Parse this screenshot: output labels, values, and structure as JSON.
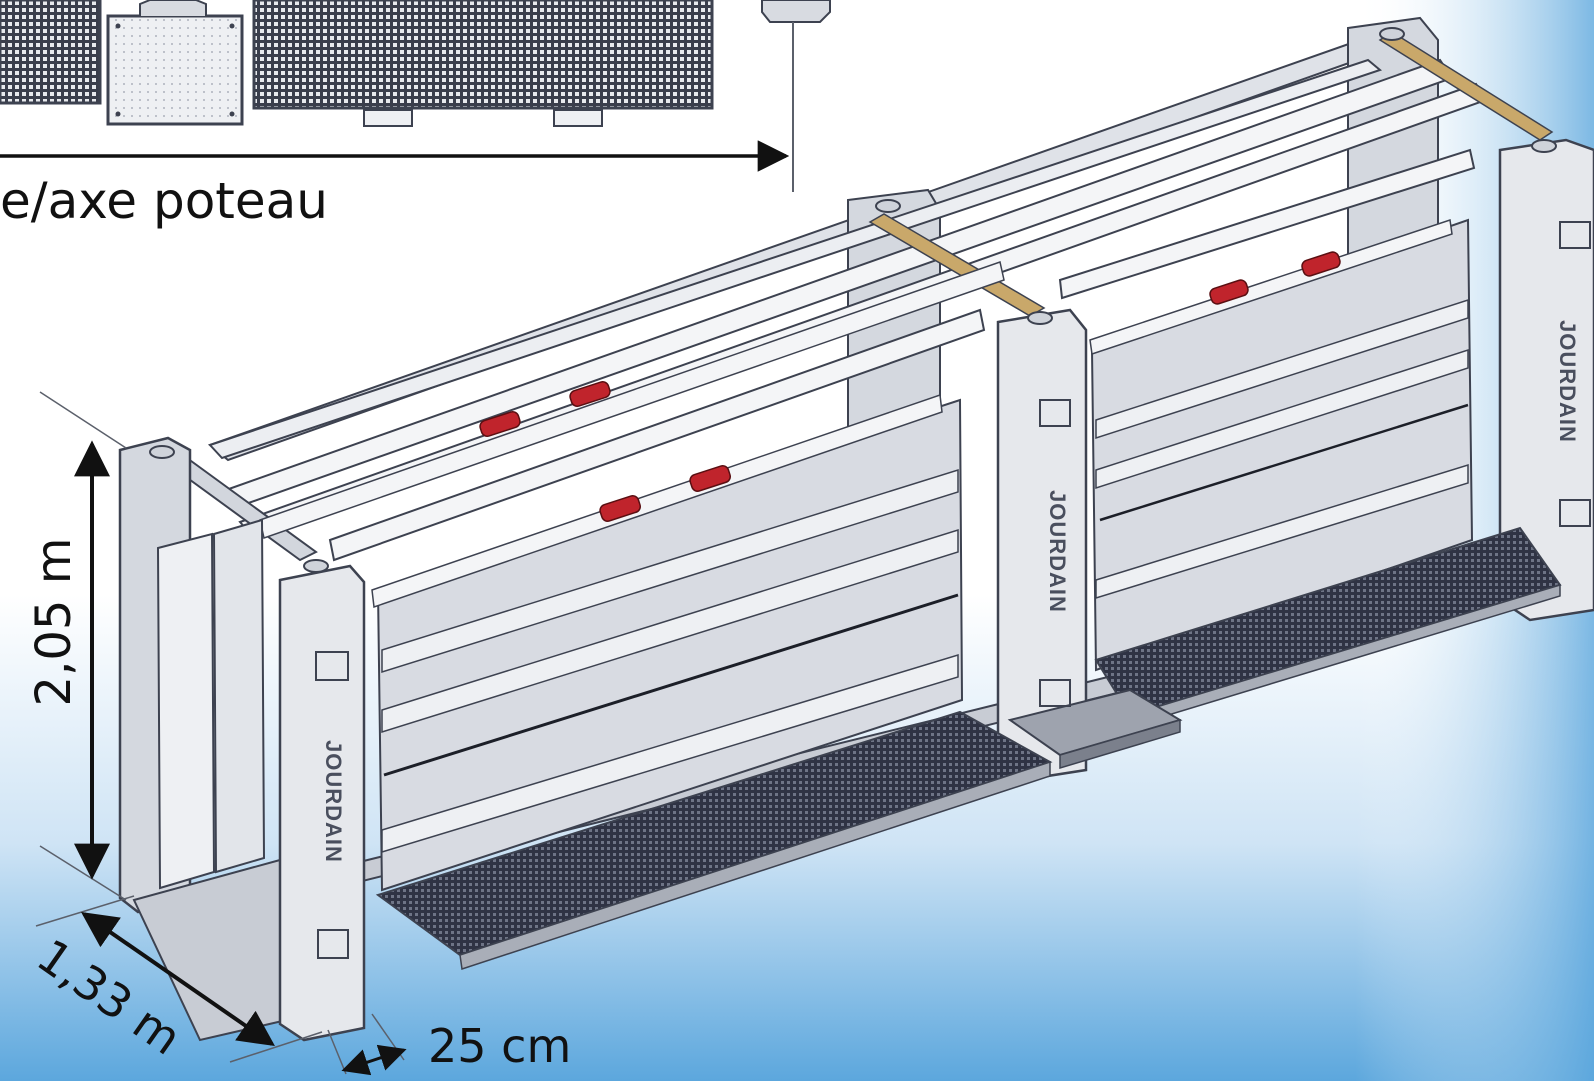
{
  "top_view": {
    "caption": "e/axe poteau"
  },
  "dimensions": {
    "height": "2,05 m",
    "width": "1,33 m",
    "step": "25 cm"
  },
  "brand": {
    "name": "JOURDAIN"
  },
  "colors": {
    "background_top": "#ffffff",
    "background_bottom": "#5ca7dd",
    "frame_light": "#e3e5ea",
    "frame_mid": "#c8ccd4",
    "frame_dark": "#5b606b",
    "outline": "#3d4250",
    "grating": "#2f3344",
    "latch_red": "#c0242c",
    "hinge_tan": "#c9a86a",
    "arrow": "#111111"
  }
}
